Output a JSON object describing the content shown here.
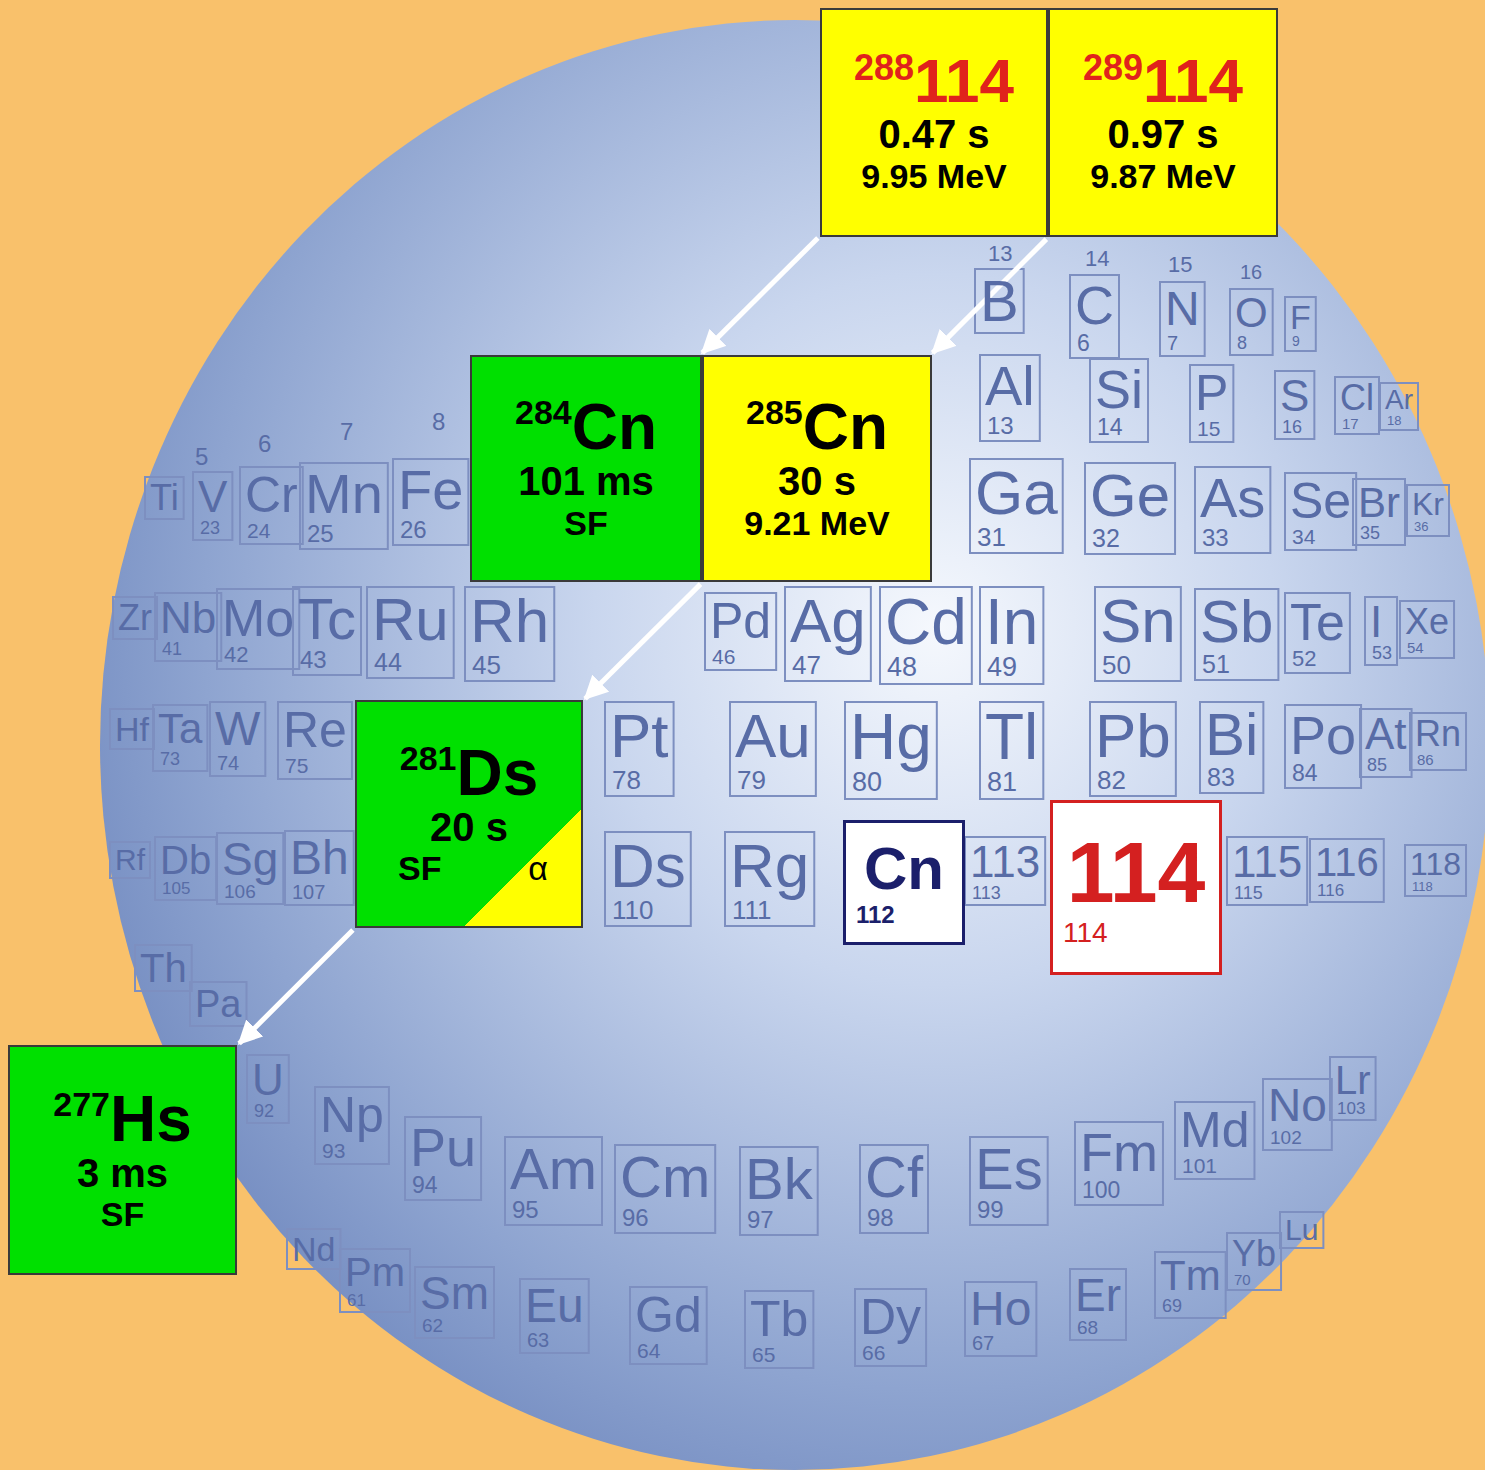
{
  "diagram": {
    "nodes": [
      {
        "text": [
          "288",
          "114",
          "0.47 s",
          "9.95 MeV"
        ]
      },
      {
        "text": [
          "289",
          "114",
          "0.97 s",
          "9.87 MeV"
        ]
      },
      {
        "text": [
          "284",
          "Cn",
          "101 ms",
          "SF"
        ]
      },
      {
        "text": [
          "285",
          "Cn",
          "30 s",
          "9.21 MeV"
        ]
      },
      {
        "text": [
          "281",
          "Ds",
          "20 s",
          "SF",
          "α"
        ]
      },
      {
        "text": [
          "Cn",
          "112"
        ]
      },
      {
        "text": [
          "114",
          "114"
        ]
      },
      {
        "text": [
          "277",
          "Hs",
          "3 ms",
          "SF"
        ]
      }
    ],
    "edges": [
      {
        "from": 0,
        "to": 2,
        "arrow": "to"
      },
      {
        "from": 1,
        "to": 3,
        "arrow": "to"
      },
      {
        "from": 3,
        "to": 4,
        "arrow": "to"
      },
      {
        "from": 4,
        "to": 7,
        "arrow": "to"
      }
    ],
    "labels": [
      "5",
      "6",
      "7",
      "8",
      "13",
      "14",
      "15",
      "16",
      "B",
      "C",
      "6",
      "N",
      "7",
      "O",
      "8",
      "F",
      "9",
      "Al",
      "13",
      "Si",
      "14",
      "P",
      "15",
      "S",
      "16",
      "Cl",
      "17",
      "Ar",
      "18",
      "Ti",
      "V",
      "23",
      "Cr",
      "24",
      "Mn",
      "25",
      "Fe",
      "26",
      "Ga",
      "31",
      "Ge",
      "32",
      "As",
      "33",
      "Se",
      "34",
      "Br",
      "35",
      "Kr",
      "36",
      "Zr",
      "Nb",
      "41",
      "Mo",
      "42",
      "Tc",
      "43",
      "Ru",
      "44",
      "Rh",
      "45",
      "Pd",
      "46",
      "Ag",
      "47",
      "Cd",
      "48",
      "In",
      "49",
      "Sn",
      "50",
      "Sb",
      "51",
      "Te",
      "52",
      "I",
      "53",
      "Xe",
      "54",
      "Hf",
      "Ta",
      "73",
      "W",
      "74",
      "Re",
      "75",
      "Pt",
      "78",
      "Au",
      "79",
      "Hg",
      "80",
      "Tl",
      "81",
      "Pb",
      "82",
      "Bi",
      "83",
      "Po",
      "84",
      "At",
      "85",
      "Rn",
      "86",
      "Rf",
      "Db",
      "105",
      "Sg",
      "106",
      "Bh",
      "107",
      "Ds",
      "110",
      "Rg",
      "111",
      "113",
      "113",
      "115",
      "115",
      "116",
      "116",
      "118",
      "118",
      "Th",
      "Pa",
      "U",
      "92",
      "Np",
      "93",
      "Pu",
      "94",
      "Am",
      "95",
      "Cm",
      "96",
      "Bk",
      "97",
      "Cf",
      "98",
      "Es",
      "99",
      "Fm",
      "100",
      "Md",
      "101",
      "No",
      "102",
      "Lr",
      "103",
      "Nd",
      "Pm",
      "61",
      "Sm",
      "62",
      "Eu",
      "63",
      "Gd",
      "64",
      "Tb",
      "65",
      "Dy",
      "66",
      "Ho",
      "67",
      "Er",
      "68",
      "Tm",
      "69",
      "Yb",
      "70",
      "Lu"
    ]
  }
}
